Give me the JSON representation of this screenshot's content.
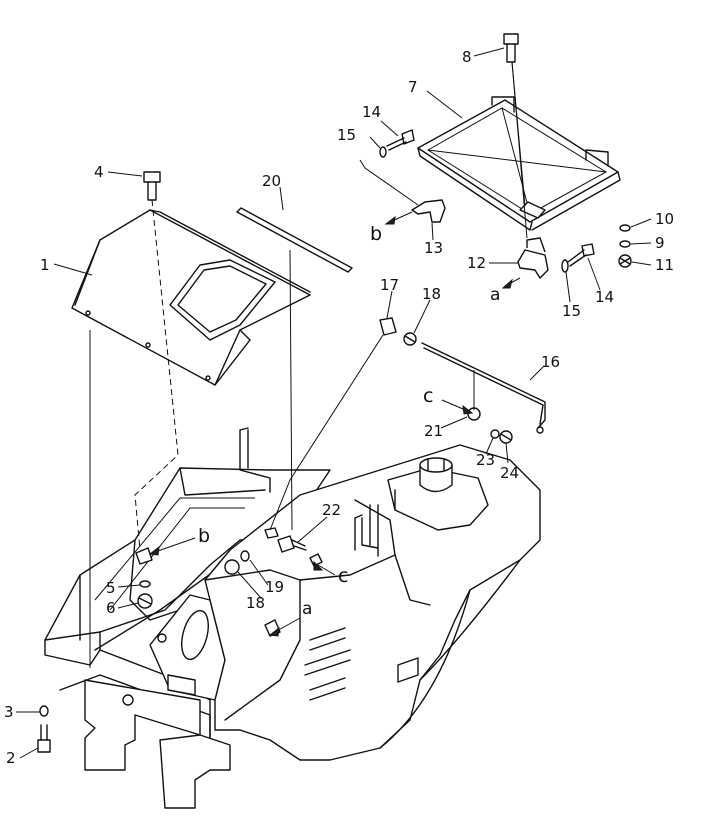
{
  "callouts": [
    "1",
    "2",
    "3",
    "4",
    "5",
    "6",
    "7",
    "8",
    "9",
    "10",
    "11",
    "12",
    "13",
    "14",
    "14",
    "15",
    "15",
    "16",
    "17",
    "18",
    "18",
    "19",
    "20",
    "21",
    "22",
    "23",
    "24"
  ],
  "refs": [
    "a",
    "a",
    "b",
    "b",
    "c",
    "c"
  ]
}
